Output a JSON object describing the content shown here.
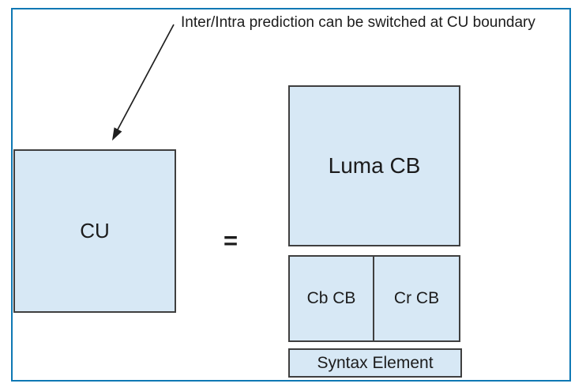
{
  "diagram": {
    "annotation": "Inter/Intra prediction can be switched at CU boundary",
    "cu_box": {
      "label": "CU"
    },
    "equals_sign": "=",
    "luma_box": {
      "label": "Luma CB"
    },
    "chroma_boxes": {
      "cb_label": "Cb CB",
      "cr_label": "Cr CB"
    },
    "syntax_box": {
      "label": "Syntax Element"
    },
    "colors": {
      "frame_border": "#0e78b4",
      "box_fill": "#d7e8f5",
      "box_border": "#3f3f3f",
      "text_color": "#1c1c1c",
      "arrow_color": "#1f1f1f"
    }
  }
}
